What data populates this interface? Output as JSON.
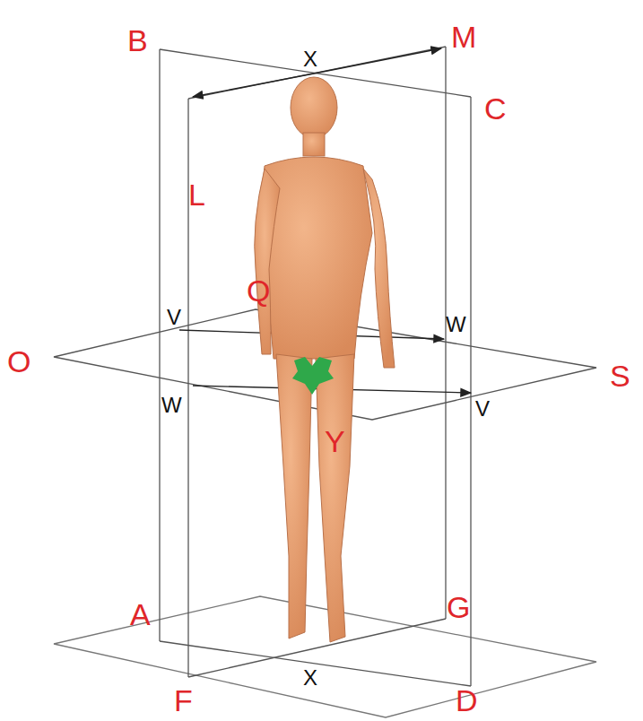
{
  "diagram": {
    "labels": [
      "B",
      "X",
      "M",
      "C",
      "L",
      "Q",
      "V",
      "W",
      "O",
      "S",
      "W",
      "V",
      "Y",
      "A",
      "G",
      "F",
      "X",
      "D"
    ]
  }
}
